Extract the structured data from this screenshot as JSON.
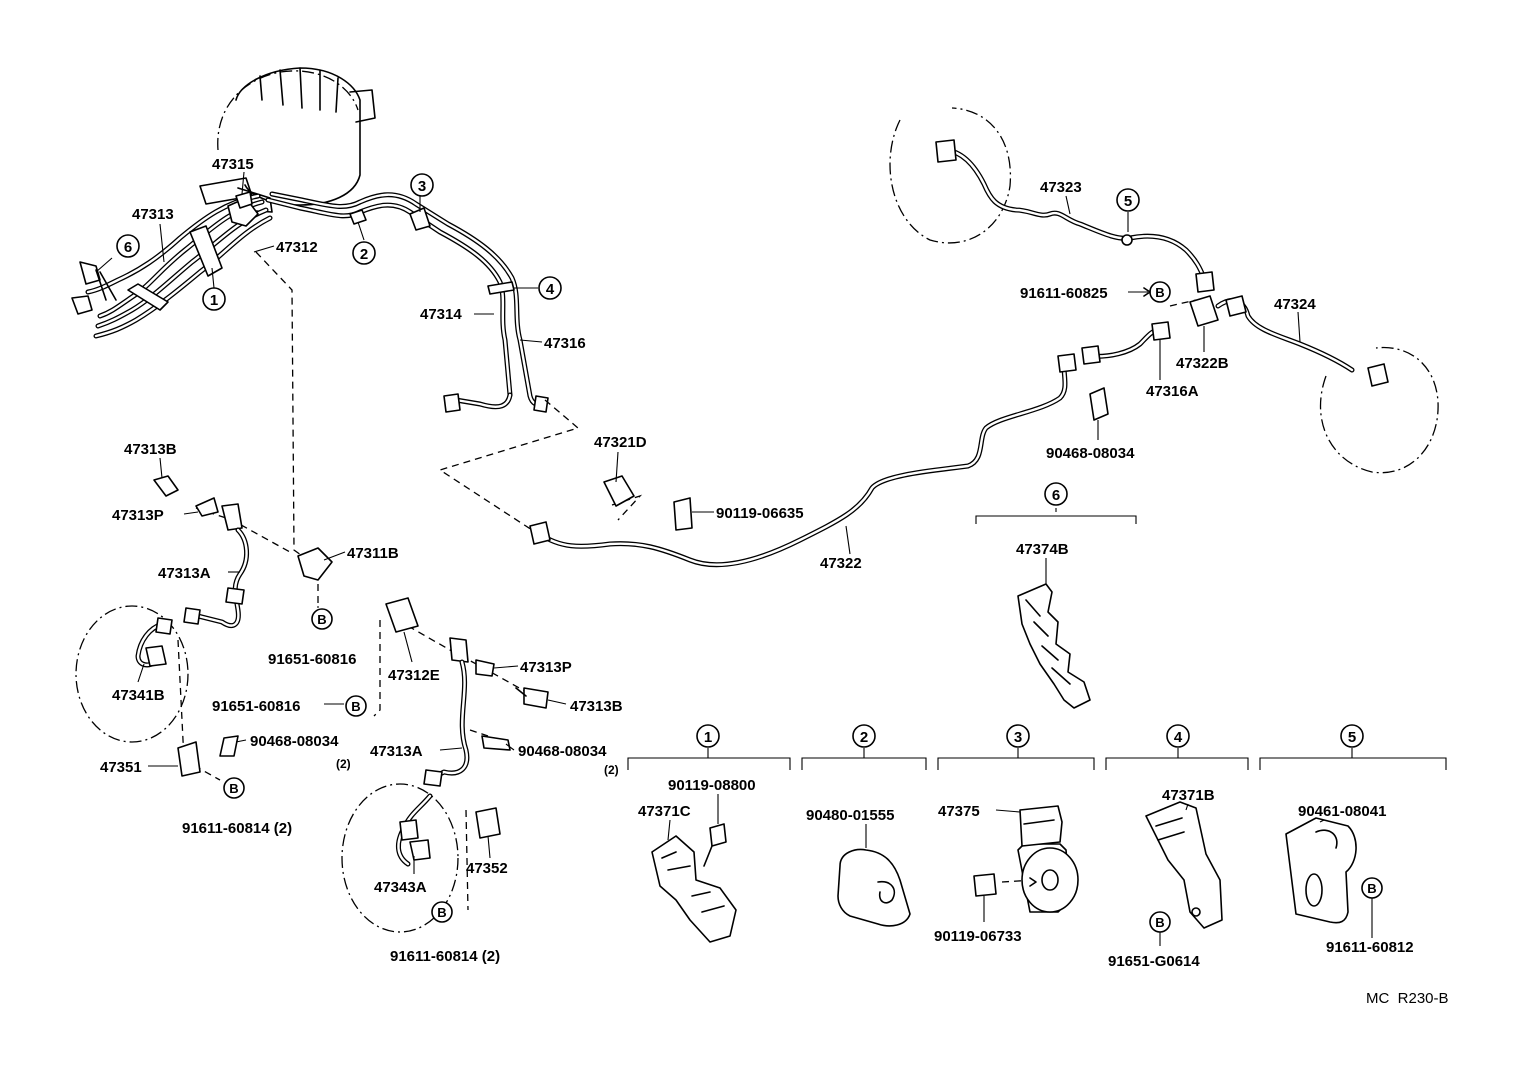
{
  "diagram_code": "MC  R230-B",
  "callouts": {
    "c1": "1",
    "c2": "2",
    "c3": "3",
    "c4": "4",
    "c5": "5",
    "c6": "6",
    "b": "B"
  },
  "labels": {
    "p47315": "47315",
    "p47313": "47313",
    "p47312": "47312",
    "p47314": "47314",
    "p47316": "47316",
    "p47313B_top": "47313B",
    "p47313P_top": "47313P",
    "p47313A_left": "47313A",
    "p47311B": "47311B",
    "p91651_60816_a": "91651-60816",
    "p47341B": "47341B",
    "p47312E": "47312E",
    "p47313P_mid": "47313P",
    "p47313B_mid": "47313B",
    "p91651_60816_b": "91651-60816",
    "p90468_08034_a": "90468-08034",
    "p_qty_2_a": "(2)",
    "p47351": "47351",
    "p91611_60814_a": "91611-60814 (2)",
    "p47313A_mid": "47313A",
    "p90468_08034_b": "90468-08034",
    "p_qty_2_b": "(2)",
    "p47343A": "47343A",
    "p47352": "47352",
    "p91611_60814_b": "91611-60814 (2)",
    "p47321D": "47321D",
    "p90119_06635": "90119-06635",
    "p47322": "47322",
    "p47323": "47323",
    "p91611_60825": "91611-60825",
    "p47324": "47324",
    "p47316A": "47316A",
    "p47322B": "47322B",
    "p90468_08034_c": "90468-08034",
    "p47374B": "47374B",
    "p90119_08800": "90119-08800",
    "p47371C": "47371C",
    "p90480_01555": "90480-01555",
    "p47375": "47375",
    "p90119_06733": "90119-06733",
    "p47371B": "47371B",
    "p91651_G0614": "91651-G0614",
    "p90461_08041": "90461-08041",
    "p91611_60812": "91611-60812"
  }
}
